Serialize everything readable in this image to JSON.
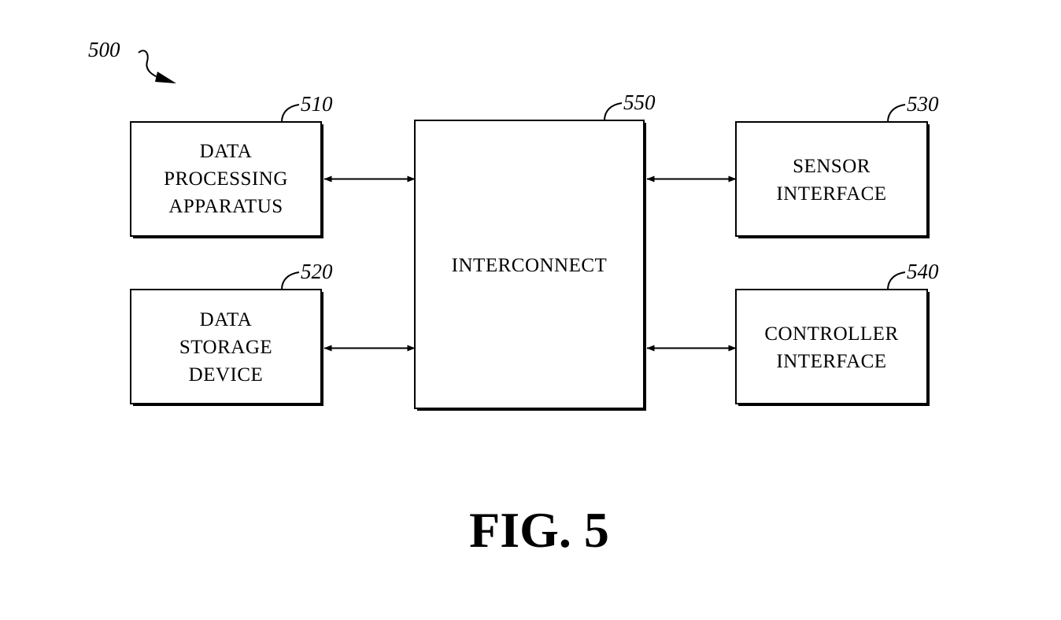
{
  "figure": {
    "label": "FIG. 5",
    "reference": "500"
  },
  "blocks": [
    {
      "id": "510",
      "ref": "510",
      "lines": [
        "DATA",
        "PROCESSING",
        "APPARATUS"
      ]
    },
    {
      "id": "520",
      "ref": "520",
      "lines": [
        "DATA",
        "STORAGE",
        "DEVICE"
      ]
    },
    {
      "id": "550",
      "ref": "550",
      "lines": [
        "INTERCONNECT"
      ]
    },
    {
      "id": "530",
      "ref": "530",
      "lines": [
        "SENSOR",
        "INTERFACE"
      ]
    },
    {
      "id": "540",
      "ref": "540",
      "lines": [
        "CONTROLLER",
        "INTERFACE"
      ]
    }
  ],
  "connections": [
    {
      "from": "510",
      "to": "550",
      "type": "bidirectional"
    },
    {
      "from": "520",
      "to": "550",
      "type": "bidirectional"
    },
    {
      "from": "550",
      "to": "530",
      "type": "bidirectional"
    },
    {
      "from": "550",
      "to": "540",
      "type": "bidirectional"
    }
  ]
}
